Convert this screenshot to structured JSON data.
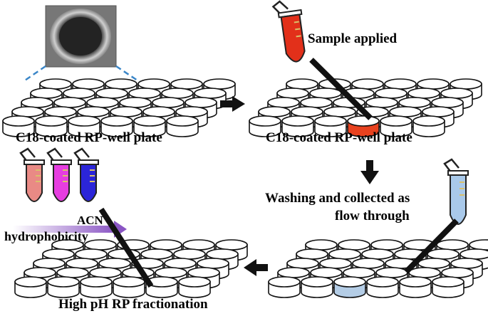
{
  "labels": {
    "plate_1": "C18-coated RP-well plate",
    "plate_2": "C18-coated RP-well plate",
    "sample_applied": "Sample applied",
    "washing_line1": "Washing and collected as",
    "washing_line2": "flow through",
    "high_ph": "High pH RP fractionation",
    "acn": "ACN",
    "hydrophobicity": "hydrophobicity"
  },
  "colors": {
    "sample_tube": "#e2301a",
    "sample_well": "#e8421f",
    "flowthrough_tube": "#a9c9ea",
    "flowthrough_well": "#b4cde6",
    "fraction_tube_1": "#e98a85",
    "fraction_tube_2": "#e63de0",
    "fraction_tube_3": "#2b25d9",
    "gradient_arrow": "#9a6cc8"
  },
  "icons": [
    "well-photo",
    "arrow-right-icon",
    "arrow-down-icon",
    "arrow-left-icon",
    "tube-icon",
    "pipette-stick-icon"
  ]
}
